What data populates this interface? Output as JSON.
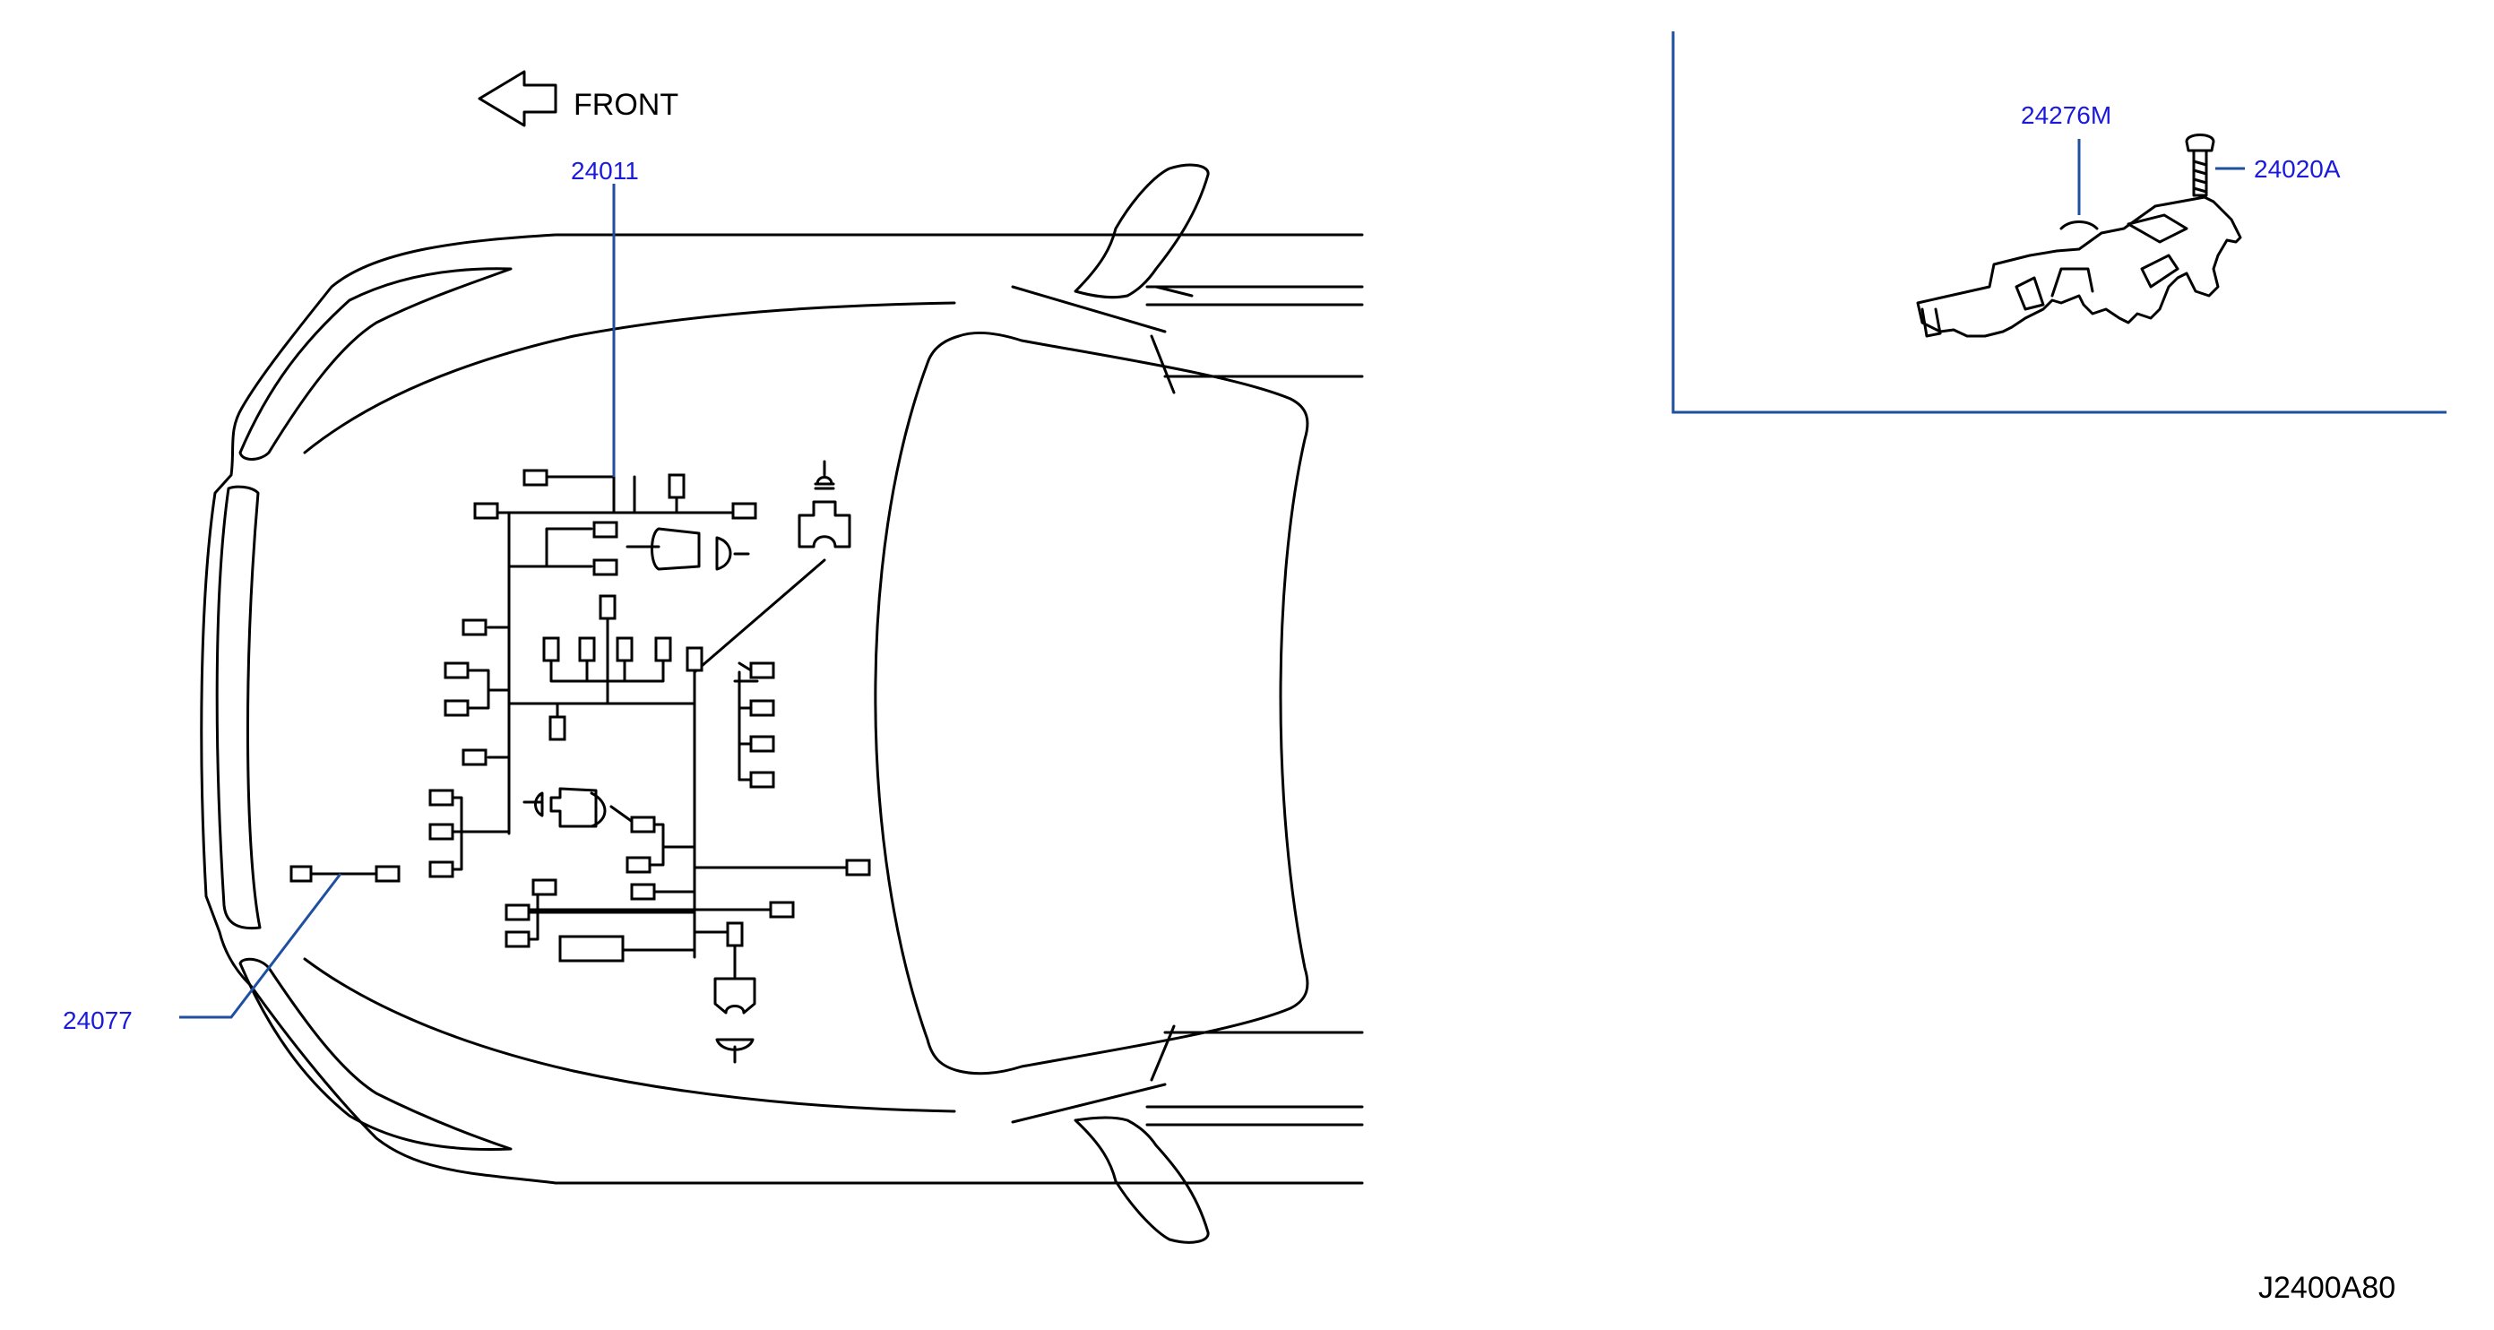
{
  "front_label": "FRONT",
  "callouts": {
    "harness_main": "24011",
    "harness_front": "24077",
    "bracket": "24276M",
    "bolt": "24020A"
  },
  "diagram_code": "J2400A80",
  "colors": {
    "callout_text": "#1a1adc",
    "leader_line": "#1f4fa0",
    "outline": "#000000"
  }
}
